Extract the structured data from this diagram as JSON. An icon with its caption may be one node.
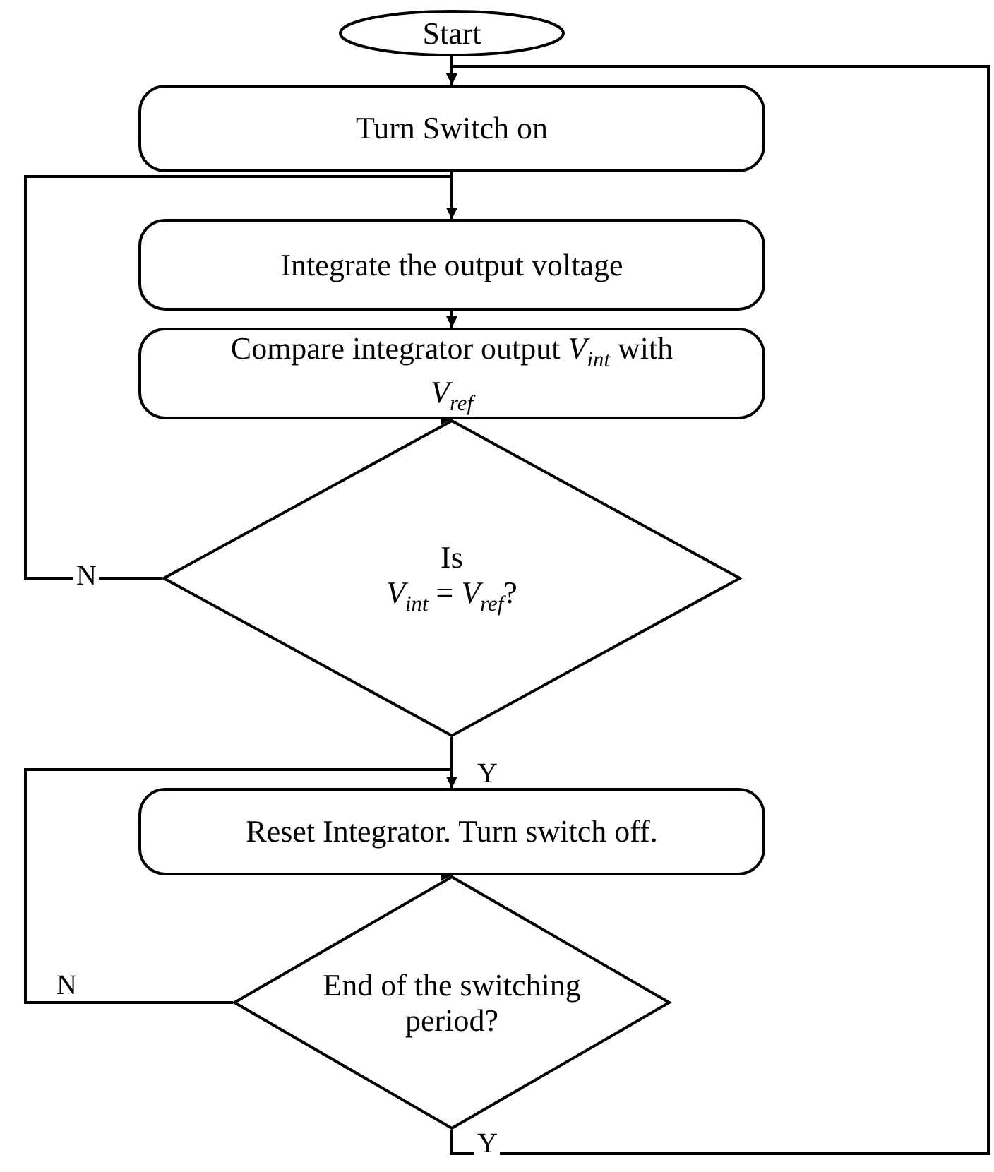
{
  "diagram": {
    "nodes": [
      {
        "text": [
          "Start"
        ]
      },
      {
        "text": [
          "Turn Switch on"
        ]
      },
      {
        "text": [
          "Integrate the output voltage"
        ]
      },
      {
        "text": [
          "Compare integrator output *V*$_{int}$ with *V*$_{ref}$"
        ]
      },
      {
        "text": [
          "Is",
          "*V*$_{int}$ = *V*$_{ref}$?"
        ]
      },
      {
        "text": [
          "Reset Integrator. Turn switch off."
        ]
      },
      {
        "text": [
          "End of the switching period?"
        ]
      }
    ],
    "edges": [
      {
        "from": 0,
        "to": 1,
        "arrow": "to"
      },
      {
        "from": 1,
        "to": 2,
        "arrow": "to"
      },
      {
        "from": 2,
        "to": 3,
        "arrow": "to"
      },
      {
        "from": 3,
        "to": 4,
        "arrow": "to"
      },
      {
        "from": 4,
        "to": 2,
        "arrow": "to",
        "label": "N"
      },
      {
        "from": 4,
        "to": 5,
        "arrow": "to",
        "label": "Y"
      },
      {
        "from": 5,
        "to": 6,
        "arrow": "to"
      },
      {
        "from": 6,
        "to": 5,
        "arrow": "to",
        "label": "N"
      },
      {
        "from": 6,
        "to": 1,
        "arrow": "to",
        "label": "Y"
      }
    ]
  }
}
